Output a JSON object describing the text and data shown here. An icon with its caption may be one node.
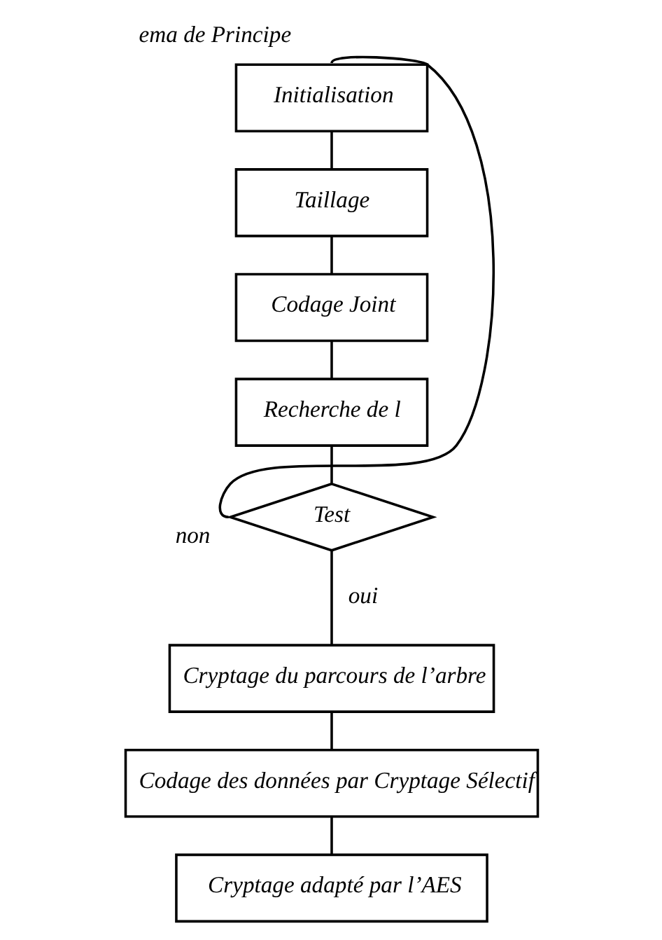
{
  "diagram": {
    "title": "ema de Principe",
    "nodes": [
      {
        "text": [
          "Initialisation"
        ]
      },
      {
        "text": [
          "Taillage"
        ]
      },
      {
        "text": [
          "Codage Joint"
        ]
      },
      {
        "text": [
          "Recherche de l"
        ]
      },
      {
        "text": [
          "Test"
        ]
      },
      {
        "text": [
          "Cryptage du parcours de l’arbre"
        ]
      },
      {
        "text": [
          "Codage des données par Cryptage Sélectif"
        ]
      },
      {
        "text": [
          "Cryptage adapté par l’AES"
        ]
      }
    ],
    "edges": [
      {
        "from": 0,
        "to": 1,
        "arrow": "none"
      },
      {
        "from": 1,
        "to": 2,
        "arrow": "none"
      },
      {
        "from": 2,
        "to": 3,
        "arrow": "none"
      },
      {
        "from": 3,
        "to": 4,
        "arrow": "none"
      },
      {
        "from": 4,
        "to": 0,
        "arrow": "none",
        "label": "non"
      },
      {
        "from": 4,
        "to": 5,
        "arrow": "none",
        "label": "oui"
      },
      {
        "from": 5,
        "to": 6,
        "arrow": "none"
      },
      {
        "from": 6,
        "to": 7,
        "arrow": "none"
      }
    ]
  }
}
